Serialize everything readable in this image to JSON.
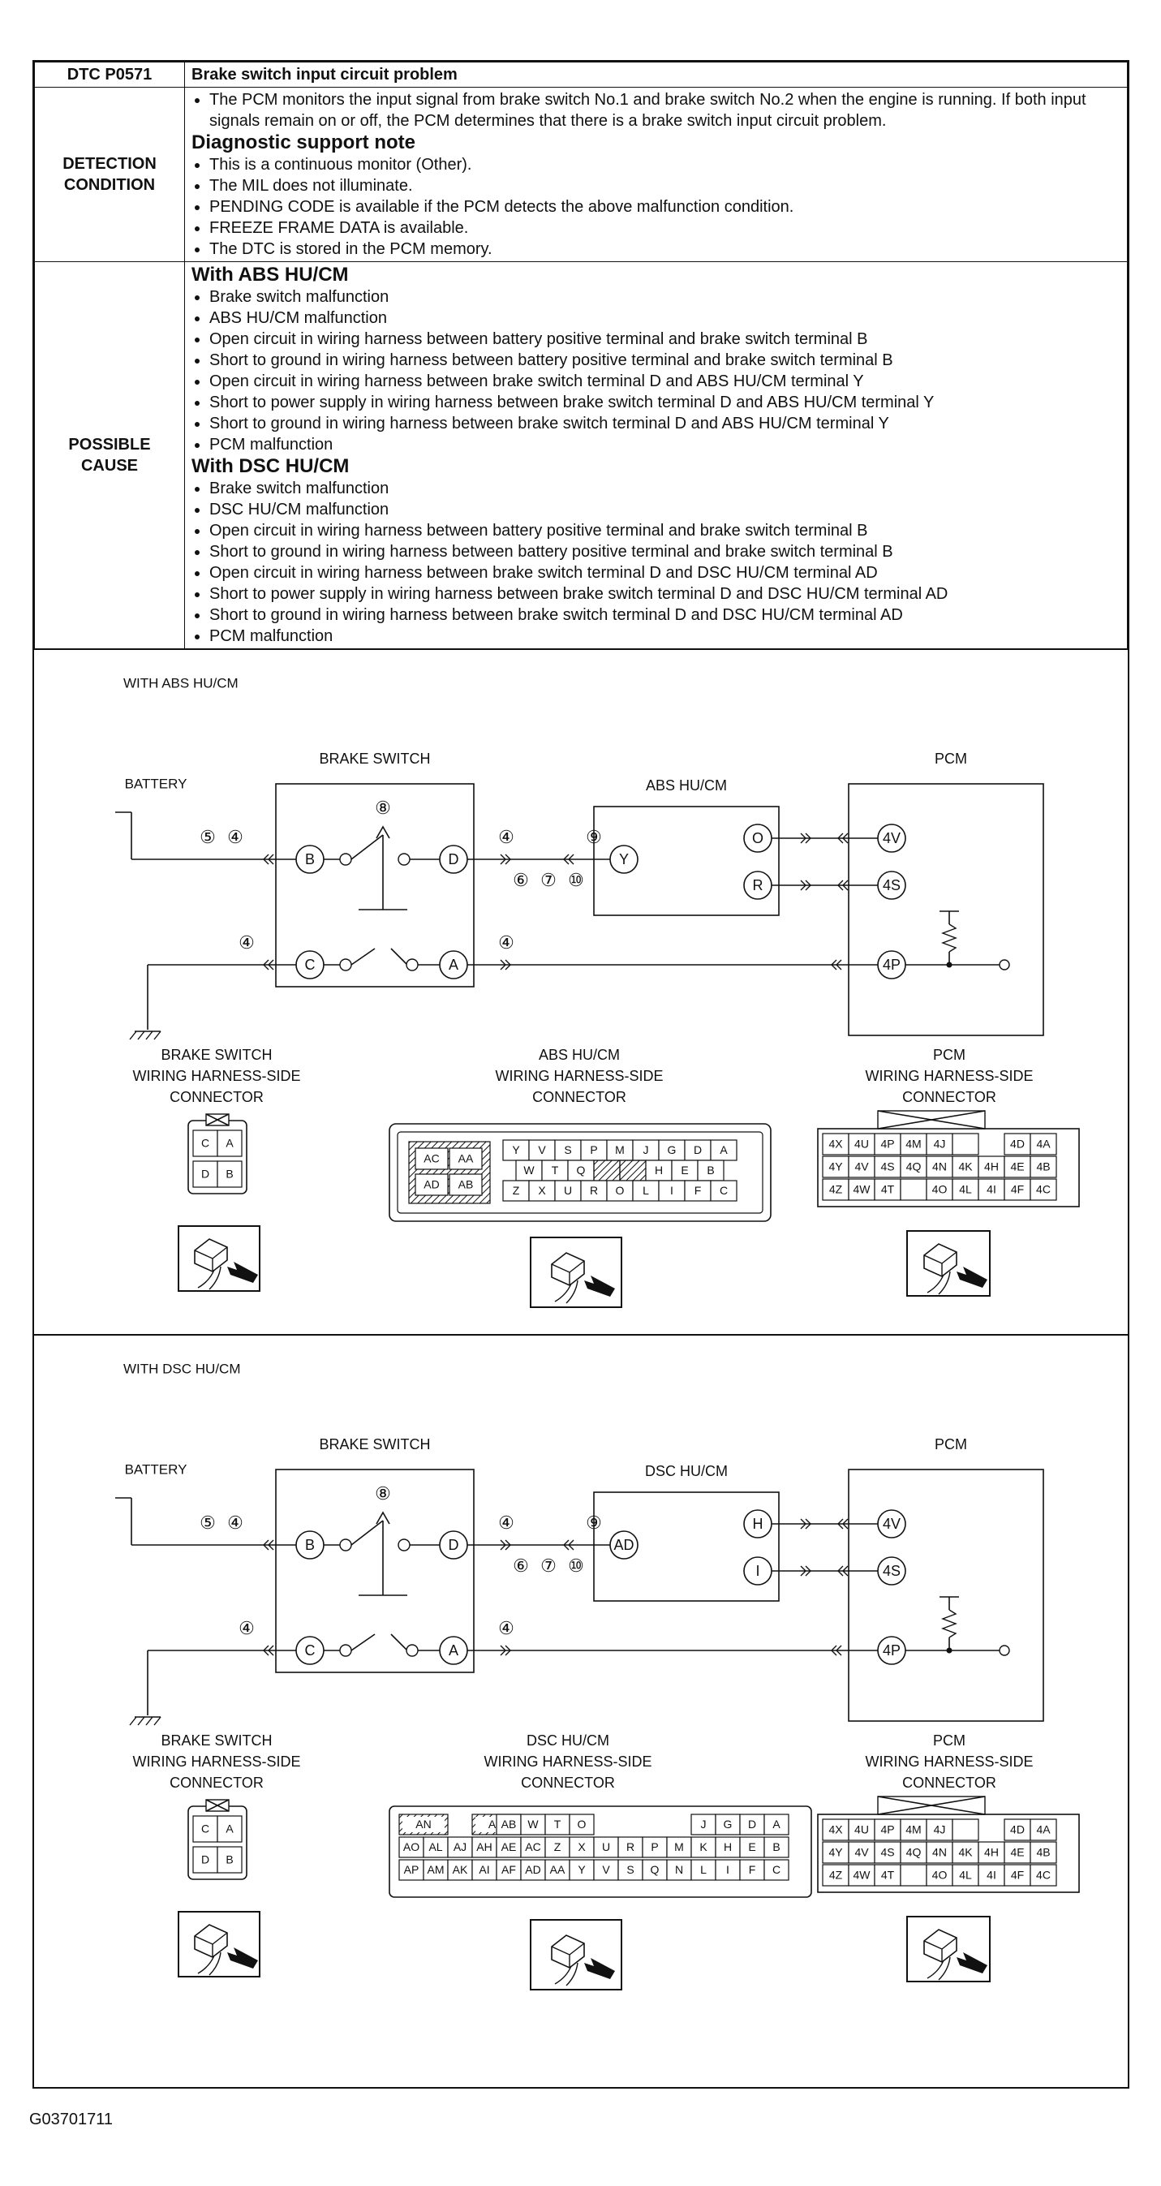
{
  "dtc": {
    "code": "DTC P0571",
    "title": "Brake switch input circuit problem"
  },
  "detection": {
    "label_line1": "DETECTION",
    "label_line2": "CONDITION",
    "intro": "The PCM monitors the input signal from brake switch No.1 and brake switch No.2 when the engine is running. If both input signals remain on or off, the PCM determines that there is a brake switch input circuit problem.",
    "note_heading": "Diagnostic support note",
    "notes": [
      "This is a continuous monitor (Other).",
      "The MIL does not illuminate.",
      "PENDING CODE is available if the PCM detects the above malfunction condition.",
      "FREEZE FRAME DATA is available.",
      "The DTC is stored in the PCM memory."
    ]
  },
  "cause": {
    "label_line1": "POSSIBLE",
    "label_line2": "CAUSE",
    "abs_heading": "With ABS HU/CM",
    "abs_items": [
      "Brake switch malfunction",
      "ABS HU/CM malfunction",
      "Open circuit in wiring harness between battery positive terminal and brake switch terminal B",
      "Short to ground in wiring harness between battery positive terminal and brake switch terminal B",
      "Open circuit in wiring harness between brake switch terminal D and ABS HU/CM terminal Y",
      "Short to power supply in wiring harness between brake switch terminal D and ABS HU/CM terminal Y",
      "Short to ground in wiring harness between brake switch terminal D and ABS HU/CM terminal Y",
      "PCM malfunction"
    ],
    "dsc_heading": "With DSC HU/CM",
    "dsc_items": [
      "Brake switch malfunction",
      "DSC HU/CM malfunction",
      "Open circuit in wiring harness between battery positive terminal and brake switch terminal B",
      "Short to ground in wiring harness between battery positive terminal and brake switch terminal B",
      "Open circuit in wiring harness between brake switch terminal D and DSC HU/CM terminal AD",
      "Short to power supply in wiring harness between brake switch terminal D and DSC HU/CM terminal AD",
      "Short to ground in wiring harness between brake switch terminal D and DSC HU/CM terminal AD",
      "PCM malfunction"
    ]
  },
  "common": {
    "battery": "BATTERY",
    "brake_switch": "BRAKE SWITCH",
    "pcm": "PCM",
    "harness_line": "WIRING HARNESS-SIDE",
    "connector_line": "CONNECTOR",
    "pin_b": "B",
    "pin_c": "C",
    "pin_d": "D",
    "pin_a": "A",
    "pcm_4v": "4V",
    "pcm_4s": "4S",
    "pcm_4p": "4P",
    "n4": "④",
    "n5": "⑤",
    "n6": "⑥",
    "n7": "⑦",
    "n8": "⑧",
    "n9": "⑨",
    "n10": "⑩",
    "bs_conn_pins": [
      "C",
      "A",
      "D",
      "B"
    ],
    "pcm_conn_rows": [
      [
        "4X",
        "4U",
        "4P",
        "4M",
        "4J",
        "",
        "4D",
        "4A"
      ],
      [
        "4Y",
        "4V",
        "4S",
        "4Q",
        "4N",
        "4K",
        "4H",
        "4E",
        "4B"
      ],
      [
        "4Z",
        "4W",
        "4T",
        "",
        "4O",
        "4L",
        "4I",
        "4F",
        "4C"
      ]
    ]
  },
  "abs": {
    "section_title": "WITH ABS HU/CM",
    "module": "ABS HU/CM",
    "module_in": "Y",
    "module_out1": "O",
    "module_out2": "R",
    "conn_caption_title": "ABS HU/CM",
    "conn_rows": [
      [
        "Y",
        "V",
        "S",
        "P",
        "M",
        "J",
        "G",
        "D",
        "A"
      ],
      [
        "W",
        "T",
        "Q",
        "",
        "",
        "H",
        "E",
        "B"
      ],
      [
        "Z",
        "X",
        "U",
        "R",
        "O",
        "L",
        "I",
        "F",
        "C"
      ]
    ],
    "conn_left": [
      "AC",
      "AA",
      "AD",
      "AB"
    ]
  },
  "dsc": {
    "section_title": "WITH DSC HU/CM",
    "module": "DSC HU/CM",
    "module_in": "AD",
    "module_out1": "H",
    "module_out2": "I",
    "conn_caption_title": "DSC HU/CM",
    "conn_row1": [
      "AN",
      "AG",
      "AB",
      "W",
      "T",
      "O",
      "J",
      "G",
      "D",
      "A"
    ],
    "conn_row2": [
      "AO",
      "AL",
      "AJ",
      "AH",
      "AE",
      "AC",
      "Z",
      "X",
      "U",
      "R",
      "P",
      "M",
      "K",
      "H",
      "E",
      "B"
    ],
    "conn_row3": [
      "AP",
      "AM",
      "AK",
      "AI",
      "AF",
      "AD",
      "AA",
      "Y",
      "V",
      "S",
      "Q",
      "N",
      "L",
      "I",
      "F",
      "C"
    ]
  },
  "footer": {
    "code": "G03701711"
  }
}
